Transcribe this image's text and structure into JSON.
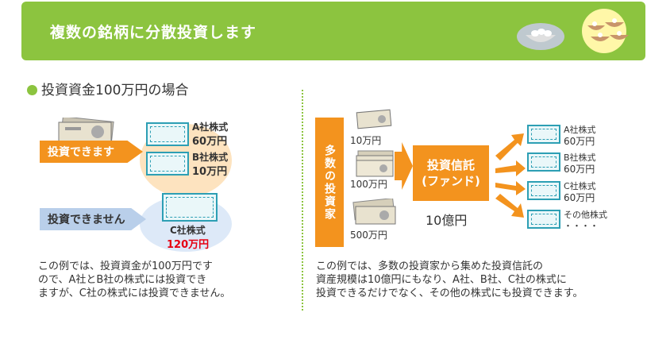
{
  "banner": {
    "title": "複数の銘柄に分散投資します"
  },
  "left": {
    "section_title": "投資資金100万円の場合",
    "arrow_yes": "投資できます",
    "arrow_no": "投資できません",
    "certs": [
      {
        "name": "A社株式",
        "amount": "60万円"
      },
      {
        "name": "B社株式",
        "amount": "10万円"
      },
      {
        "name": "C社株式",
        "amount": "120万円"
      }
    ],
    "description": [
      "この例では、投資資金が100万円です",
      "ので、A社とB社の株式には投資でき",
      "ますが、C社の株式には投資できません。"
    ]
  },
  "right": {
    "investors": "多数の投資家",
    "money": [
      "10万円",
      "100万円",
      "500万円"
    ],
    "fund_line1": "投資信託",
    "fund_line2": "(ファンド)",
    "fund_amount": "10億円",
    "certs": [
      {
        "name": "A社株式",
        "amount": "60万円"
      },
      {
        "name": "B社株式",
        "amount": "60万円"
      },
      {
        "name": "C社株式",
        "amount": "60万円"
      },
      {
        "name": "その他株式",
        "amount": "・・・・"
      }
    ],
    "description": [
      "この例では、多数の投資家から集めた投資信託の",
      "資産規模は10億円にもなり、A社、B社、C社の株式に",
      "投資できるだけでなく、その他の株式にも投資できます。"
    ]
  },
  "colors": {
    "green": "#8cc43f",
    "orange": "#f3931e",
    "teal": "#2d9fb4",
    "red": "#e60012"
  }
}
